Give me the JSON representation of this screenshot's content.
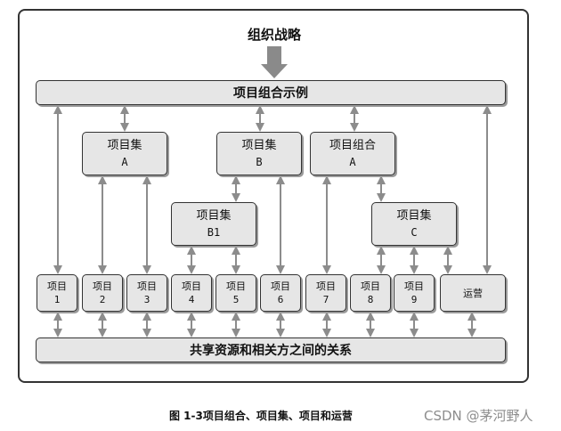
{
  "strategy_label": "组织战略",
  "portfolio_label": "项目组合示例",
  "programs": [
    {
      "title": "项目集",
      "code": "A"
    },
    {
      "title": "项目集",
      "code": "B"
    },
    {
      "title": "项目组合",
      "code": "A"
    },
    {
      "title": "项目集",
      "code": "B1"
    },
    {
      "title": "项目集",
      "code": "C"
    }
  ],
  "projects": [
    {
      "title": "项目",
      "num": "1"
    },
    {
      "title": "项目",
      "num": "2"
    },
    {
      "title": "项目",
      "num": "3"
    },
    {
      "title": "项目",
      "num": "4"
    },
    {
      "title": "项目",
      "num": "5"
    },
    {
      "title": "项目",
      "num": "6"
    },
    {
      "title": "项目",
      "num": "7"
    },
    {
      "title": "项目",
      "num": "8"
    },
    {
      "title": "项目",
      "num": "9"
    }
  ],
  "operations_label": "运营",
  "shared_label": "共享资源和相关方之间的关系",
  "caption": "图 1-3项目组合、项目集、项目和运营",
  "watermark": "CSDN @茅河野人",
  "colors": {
    "box_fill": "#e6e6e6",
    "border": "#333333",
    "arrow": "#8c8c8c",
    "big_arrow": "#8a8a8a"
  }
}
